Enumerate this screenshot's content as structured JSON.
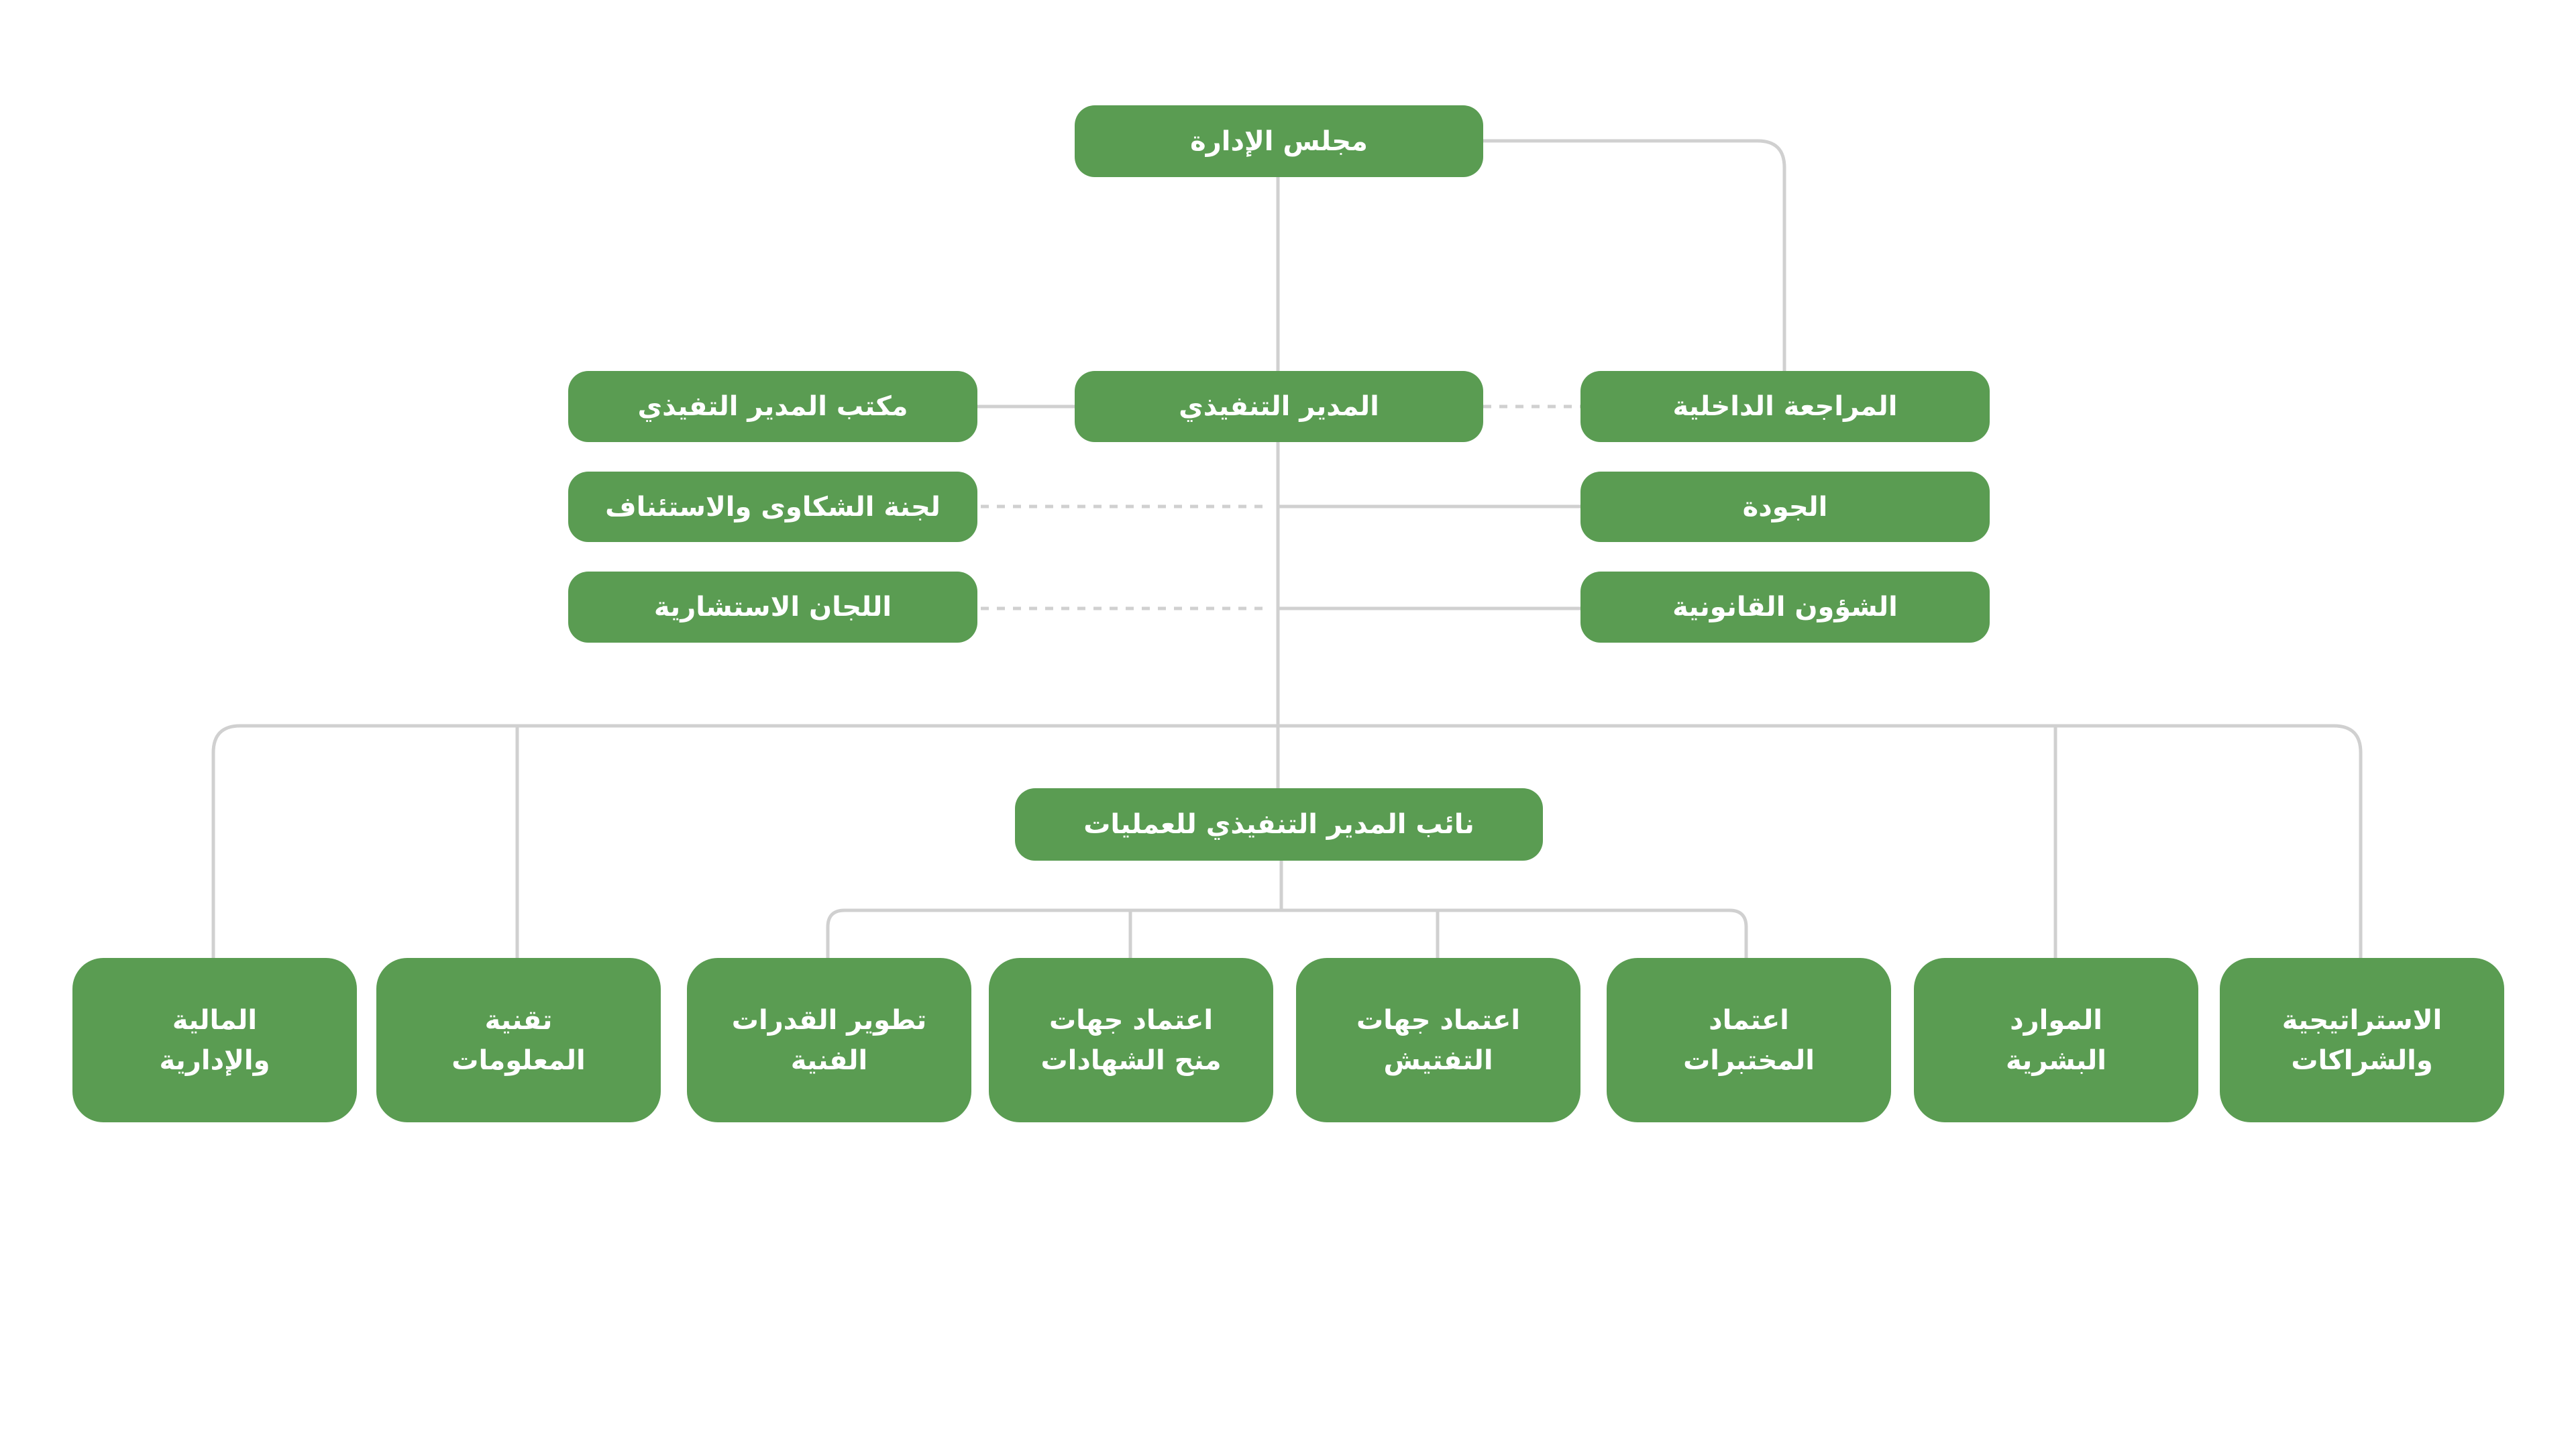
{
  "colors": {
    "box": "#5a9c52",
    "line": "#d0d0d0",
    "text": "#ffffff"
  },
  "board": "مجلس الإدارة",
  "ceo": "المدير التنفيذي",
  "ceo_office": "مكتب المدير التفيذي",
  "internal_audit": "المراجعة الداخلية",
  "complaints": "لجنة الشكاوى والاستئناف",
  "quality": "الجودة",
  "advisory": "اللجان الاستشارية",
  "legal": "الشؤون القانونية",
  "deputy": "نائب المدير التنفيذي للعمليات",
  "departments": [
    "المالية\nوالإدارية",
    "تقنية\nالمعلومات",
    "تطوير القدرات\nالفنية",
    "اعتماد جهات\nمنح الشهادات",
    "اعتماد جهات\nالتفتيش",
    "اعتماد\nالمختبرات",
    "الموارد\nالبشرية",
    "الاستراتيجية\nوالشراكات"
  ]
}
